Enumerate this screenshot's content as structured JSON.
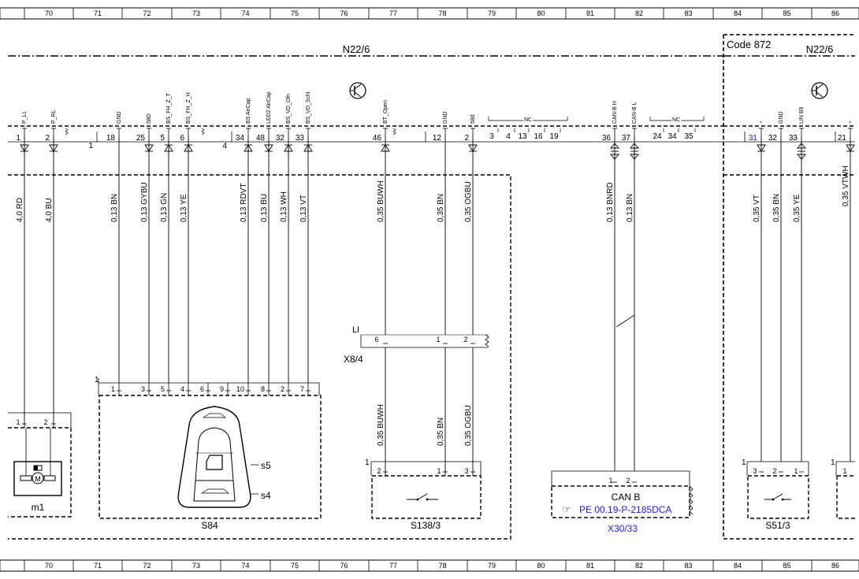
{
  "ruler": {
    "top": [
      "70",
      "71",
      "72",
      "73",
      "74",
      "75",
      "76",
      "77",
      "78",
      "79",
      "80",
      "81",
      "82",
      "83",
      "84",
      "85",
      "86"
    ],
    "bottom": [
      "70",
      "71",
      "72",
      "73",
      "74",
      "75",
      "76",
      "77",
      "78",
      "79",
      "80",
      "81",
      "82",
      "83",
      "84",
      "85",
      "86"
    ]
  },
  "modules": {
    "main_label": "N22/6",
    "option_code": "Code 872",
    "option_label": "N22/6"
  },
  "connector_a": {
    "group1_num": "1",
    "pins": [
      {
        "pin": "1",
        "name": "P_LL"
      },
      {
        "pin": "2",
        "name": "P_RL"
      },
      {
        "pin": "18",
        "name": "GND"
      },
      {
        "pin": "25",
        "name": "58D"
      },
      {
        "pin": "5",
        "name": "BS_FH_Z_T"
      },
      {
        "pin": "6",
        "name": "BS_FH_Z_H"
      },
      {
        "pin": "34",
        "name": "BS AirCap"
      },
      {
        "pin": "48",
        "name": "LED2 AirCap"
      },
      {
        "pin": "32",
        "name": "BS_VD_Ofn"
      },
      {
        "pin": "33",
        "name": "BS_VD_Schl"
      },
      {
        "pin": "46",
        "name": "BT_Open"
      },
      {
        "pin": "12",
        "name": "GND"
      },
      {
        "pin": "2",
        "name": "58d"
      },
      {
        "pin": "36",
        "name": "CAN-B H"
      },
      {
        "pin": "37",
        "name": "CAN-B L"
      },
      {
        "pin": "31",
        "name": "+"
      },
      {
        "pin": "32",
        "name": "GND"
      },
      {
        "pin": "33",
        "name": "LIN B9"
      },
      {
        "pin": "21",
        "name": "+"
      }
    ],
    "group4_num": "4",
    "nc_label_1": "NC",
    "nc_pins_1": [
      "3",
      "4",
      "13",
      "16",
      "19"
    ],
    "nc_label_2": "NC",
    "nc_pins_2": [
      "24",
      "34",
      "35"
    ]
  },
  "wires": [
    {
      "label": "4,0 RD"
    },
    {
      "label": "4,0 BU"
    },
    {
      "label": "0,13 BN"
    },
    {
      "label": "0,13 GYBU"
    },
    {
      "label": "0,13 GN"
    },
    {
      "label": "0,13 YE"
    },
    {
      "label": "0,13 RDVT"
    },
    {
      "label": "0,13 BU"
    },
    {
      "label": "0,13 WH"
    },
    {
      "label": "0,13 VT"
    },
    {
      "label": "0,35 BUWH"
    },
    {
      "label": "0,35 BN"
    },
    {
      "label": "0,35 OGBU"
    },
    {
      "label": "0,13 BNRD"
    },
    {
      "label": "0,13 BN"
    },
    {
      "label": "0,35 VT"
    },
    {
      "label": "0,35 BN"
    },
    {
      "label": "0,35 YE"
    },
    {
      "label": "0,35 VTWH"
    }
  ],
  "lower_wires": [
    {
      "label": "0,35 BUWH"
    },
    {
      "label": "0,35 BN"
    },
    {
      "label": "0,35 OGBU"
    }
  ],
  "x84": {
    "side": "LI",
    "pins": [
      "6",
      "1",
      "2"
    ],
    "label": "X8/4"
  },
  "components": {
    "m1": {
      "label": "m1",
      "pins": [
        "1",
        "2"
      ],
      "motor": "M"
    },
    "s84": {
      "label": "S84",
      "num": "1",
      "pins": [
        "1",
        "3",
        "5",
        "4",
        "6",
        "9",
        "10",
        "8",
        "2",
        "7"
      ],
      "s5": "s5",
      "s4": "s4"
    },
    "s138": {
      "label": "S138/3",
      "num": "1",
      "pins": [
        "2",
        "1",
        "3"
      ]
    },
    "x30": {
      "label": "X30/33",
      "pins": [
        "1",
        "2"
      ],
      "title": "CAN B",
      "ref": "PE 00.19-P-2185DCA"
    },
    "s51": {
      "label": "S51/3",
      "num": "1",
      "pins": [
        "3",
        "2",
        "1"
      ]
    },
    "right_partial": {
      "num": "1",
      "pins": [
        "1"
      ]
    }
  }
}
